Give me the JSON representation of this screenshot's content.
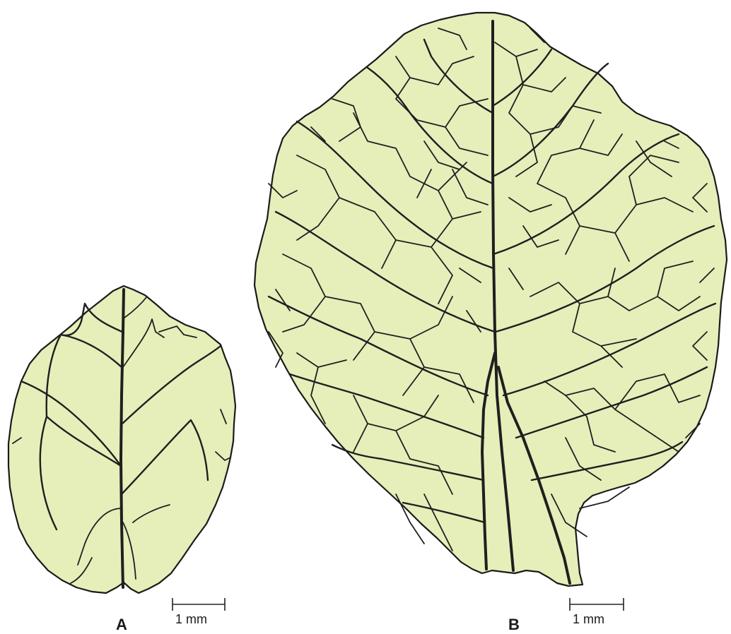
{
  "figure": {
    "panel_a": {
      "label": "A",
      "scale_label": "1 mm"
    },
    "panel_b": {
      "label": "B",
      "scale_label": "1 mm"
    },
    "colors": {
      "leaf_fill": "#e6eeba",
      "vein": "#1f1f1f",
      "outline": "#1b1b1b"
    }
  }
}
